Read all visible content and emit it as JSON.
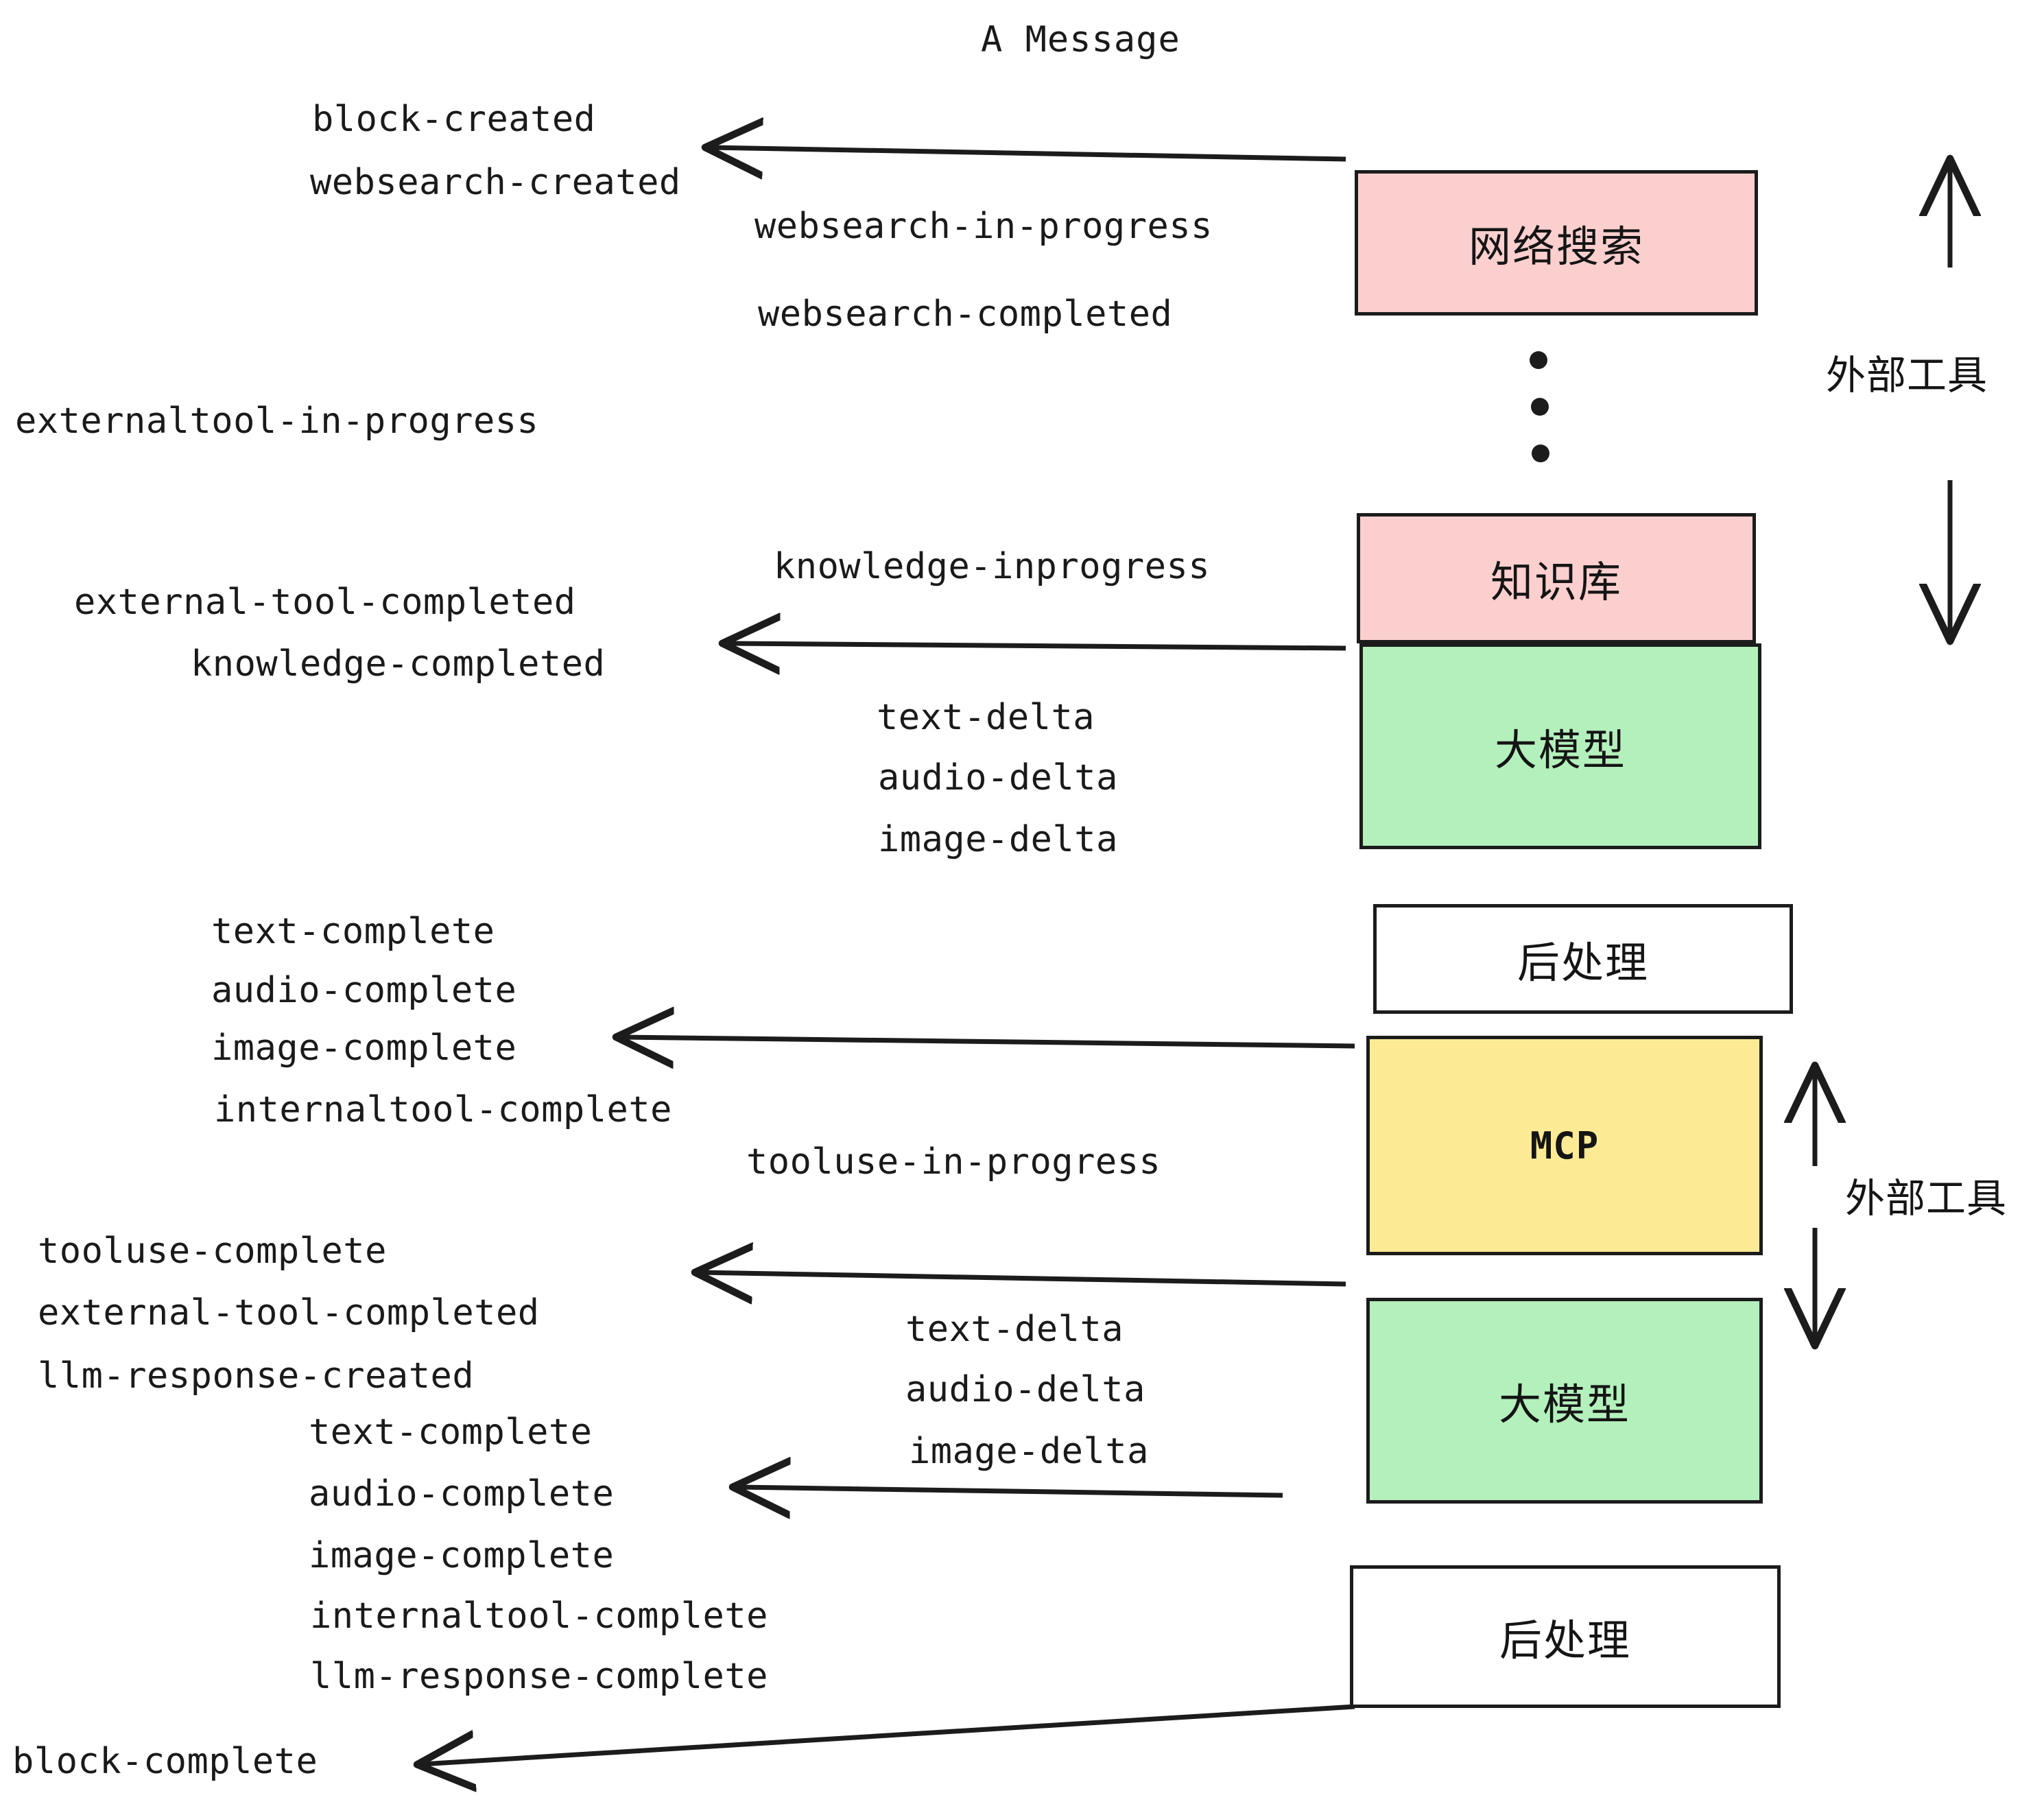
{
  "title": "A Message",
  "colors": {
    "pink": "#FCCFCF",
    "green": "#B4F0BC",
    "yellow": "#FCEB94",
    "white": "#FFFFFF",
    "stroke": "#1C1C1C",
    "text": "#1A1A1A",
    "background": "#FFFFFF"
  },
  "nodes": {
    "websearch": "网络搜索",
    "knowledge": "知识库",
    "llm_top": "大模型",
    "postprocess_top": "后处理",
    "mcp": "MCP",
    "llm_bottom": "大模型",
    "postprocess_bottom": "后处理"
  },
  "group_labels": {
    "external_tool_top": "外部工具",
    "external_tool_bottom": "外部工具"
  },
  "events": {
    "block_created": "block-created",
    "websearch_created": "websearch-created",
    "websearch_in_progress": "websearch-in-progress",
    "websearch_completed": "websearch-completed",
    "externaltool_in_progress": "externaltool-in-progress",
    "knowledge_inprogress": "knowledge-inprogress",
    "external_tool_completed_1": "external-tool-completed",
    "knowledge_completed": "knowledge-completed",
    "text_delta_1": "text-delta",
    "audio_delta_1": "audio-delta",
    "image_delta_1": "image-delta",
    "text_complete_1": "text-complete",
    "audio_complete_1": "audio-complete",
    "image_complete_1": "image-complete",
    "internaltool_complete_1": "internaltool-complete",
    "tooluse_in_progress": "tooluse-in-progress",
    "tooluse_complete": "tooluse-complete",
    "external_tool_completed_2": "external-tool-completed",
    "llm_response_created": "llm-response-created",
    "text_delta_2": "text-delta",
    "audio_delta_2": "audio-delta",
    "image_delta_2": "image-delta",
    "text_complete_2": "text-complete",
    "audio_complete_2": "audio-complete",
    "image_complete_2": "image-complete",
    "internaltool_complete_2": "internaltool-complete",
    "llm_response_complete": "llm-response-complete",
    "block_complete": "block-complete"
  }
}
